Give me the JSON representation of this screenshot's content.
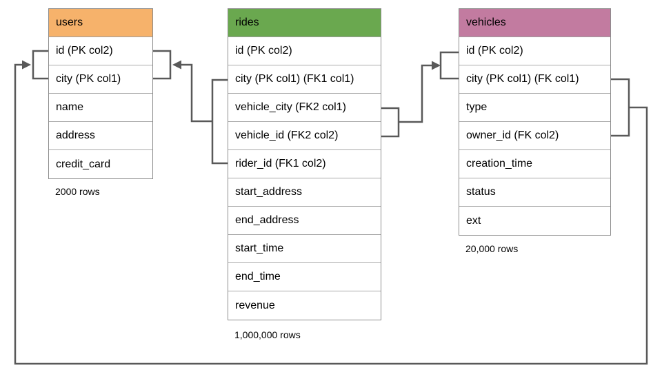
{
  "diagram": {
    "connector_color": "#595959",
    "tables": [
      {
        "name": "users",
        "header_color": "#F6B26B",
        "rows_label": "2000 rows",
        "columns": [
          "id (PK col2)",
          "city (PK col1)",
          "name",
          "address",
          "credit_card"
        ]
      },
      {
        "name": "rides",
        "header_color": "#6AA84F",
        "rows_label": "1,000,000 rows",
        "columns": [
          "id (PK col2)",
          "city (PK col1) (FK1 col1)",
          "vehicle_city (FK2 col1)",
          "vehicle_id (FK2 col2)",
          "rider_id (FK1 col2)",
          "start_address",
          "end_address",
          "start_time",
          "end_time",
          "revenue"
        ]
      },
      {
        "name": "vehicles",
        "header_color": "#C27BA0",
        "rows_label": "20,000 rows",
        "columns": [
          "id (PK col2)",
          "city (PK col1) (FK col1)",
          "type",
          "owner_id (FK col2)",
          "creation_time",
          "status",
          "ext"
        ]
      }
    ],
    "relationships": [
      {
        "from": "rides (city FK1 col1, rider_id FK1 col2)",
        "to": "users (id, city)"
      },
      {
        "from": "rides (vehicle_city FK2 col1, vehicle_id FK2 col2)",
        "to": "vehicles (id, city)"
      },
      {
        "from": "vehicles (city FK col1, owner_id FK col2)",
        "to": "users (id, city)"
      }
    ]
  }
}
